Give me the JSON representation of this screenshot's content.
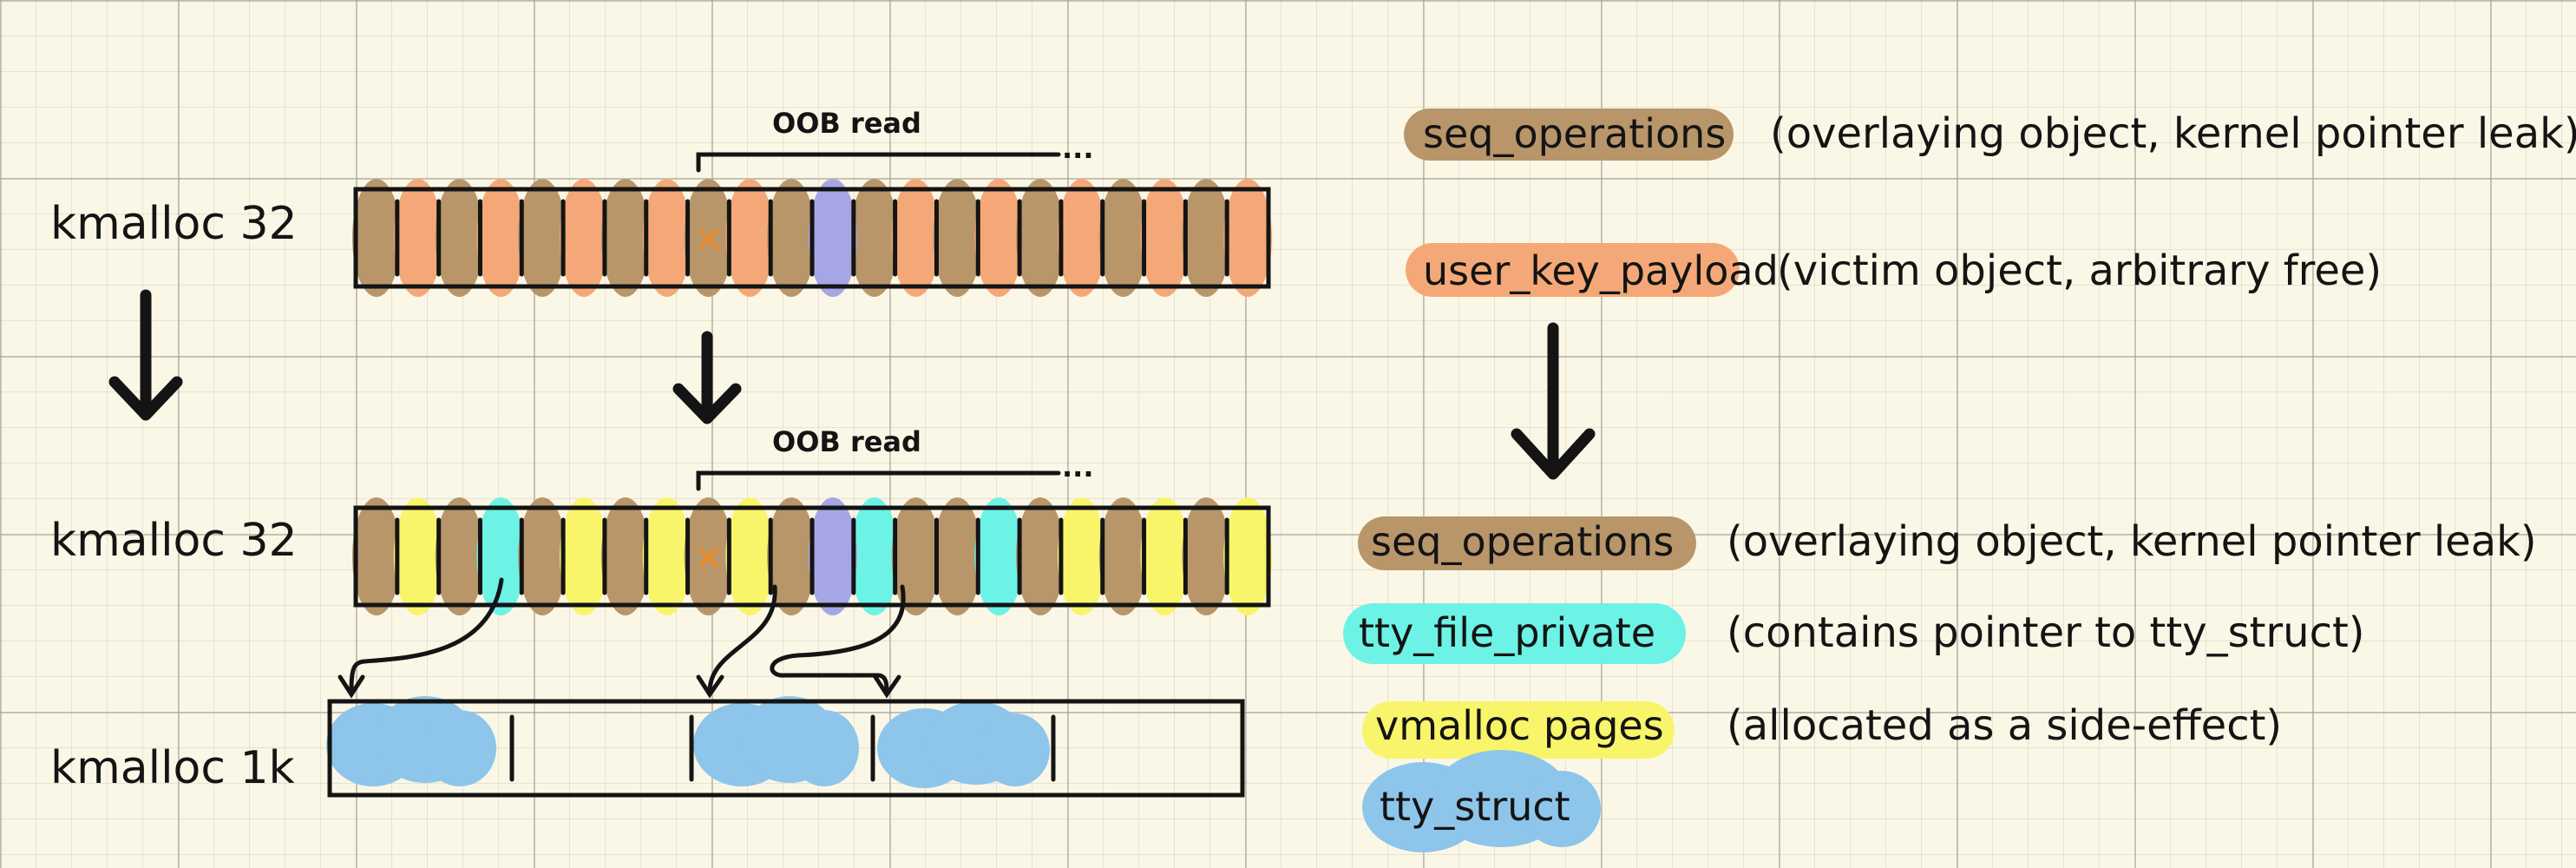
{
  "labels": {
    "top_row": "kmalloc 32",
    "mid_row": "kmalloc 32",
    "bottom_row": "kmalloc 1k",
    "oob_top": "OOB read",
    "oob_mid": "OOB read",
    "oob_ellipsis": "..."
  },
  "legend_top": [
    {
      "name": "seq_operations",
      "desc": "(overlaying object, kernel pointer leak)",
      "color": "#b8966a"
    },
    {
      "name": "user_key_payload",
      "desc": "(victim object, arbitrary free)",
      "color": "#f5a877"
    }
  ],
  "legend_bottom": [
    {
      "name": "seq_operations",
      "desc": "(overlaying object, kernel pointer leak)",
      "color": "#b8966a"
    },
    {
      "name": "tty_file_private",
      "desc": "(contains pointer to tty_struct)",
      "color": "#6df2e6"
    },
    {
      "name": "vmalloc pages",
      "desc": "(allocated as a side-effect)",
      "color": "#f8f56a"
    },
    {
      "name": "tty_struct",
      "desc": "",
      "color": "#8ec5ea"
    }
  ],
  "rows": {
    "top": [
      "seq",
      "uk",
      "seq",
      "uk",
      "seq",
      "uk",
      "seq",
      "uk",
      "seq",
      "uk",
      "seq",
      "uk",
      "seq",
      "uk",
      "seq",
      "uk",
      "seq",
      "uk",
      "seq",
      "uk",
      "seq",
      "uk"
    ],
    "mid": [
      "seq",
      "vm",
      "seq",
      "tfp",
      "seq",
      "vm",
      "seq",
      "vm",
      "seq",
      "vm",
      "seq",
      "vm",
      "tfp",
      "seq",
      "seq",
      "tfp",
      "seq",
      "vm",
      "seq",
      "vm",
      "seq",
      "vm"
    ],
    "top_highlight_slot": 11,
    "mid_highlight_slot": 11,
    "marker_slot": 8,
    "marker_glyph": "×"
  },
  "colors": {
    "seq": "#b8966a",
    "uk": "#f5a877",
    "tfp": "#6df2e6",
    "vm": "#f8f56a",
    "tty": "#8ec5ea",
    "purple": "#a6a6e6",
    "marker": "#f08a22",
    "ink": "#141414"
  }
}
